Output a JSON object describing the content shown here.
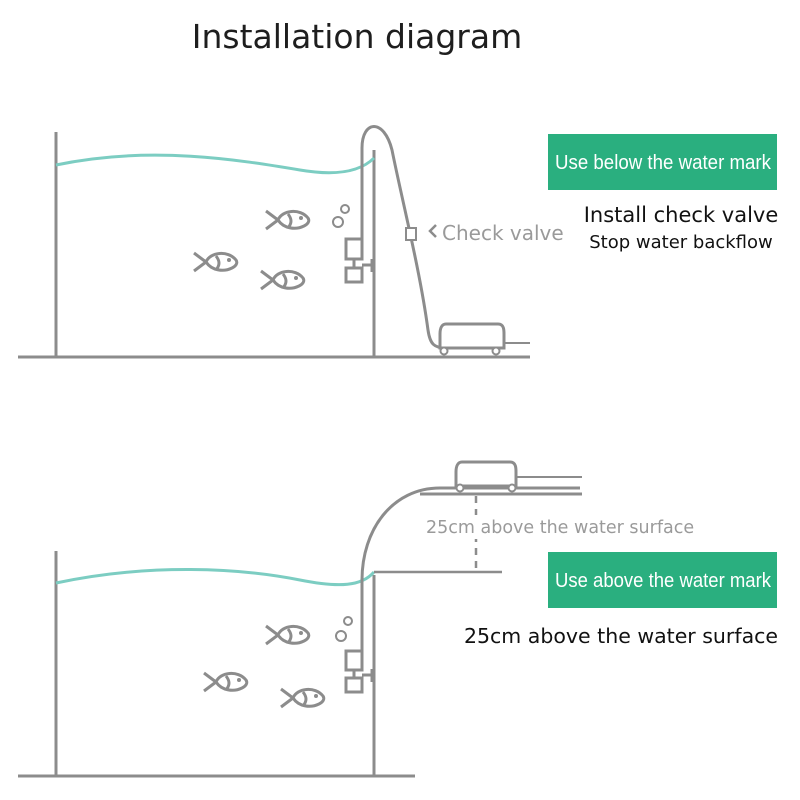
{
  "title": "Installation diagram",
  "colors": {
    "accent_green": "#2aaf7f",
    "water_teal": "#7ccdc2",
    "line_grey": "#8c8c8c"
  },
  "panel_below": {
    "badge": "Use below the water mark",
    "heading": "Install check valve",
    "subheading": "Stop water backflow",
    "valve_label": "Check valve"
  },
  "panel_above": {
    "badge": "Use above the water mark",
    "height_label": "25cm above the water surface",
    "caption": "25cm above the water surface"
  }
}
